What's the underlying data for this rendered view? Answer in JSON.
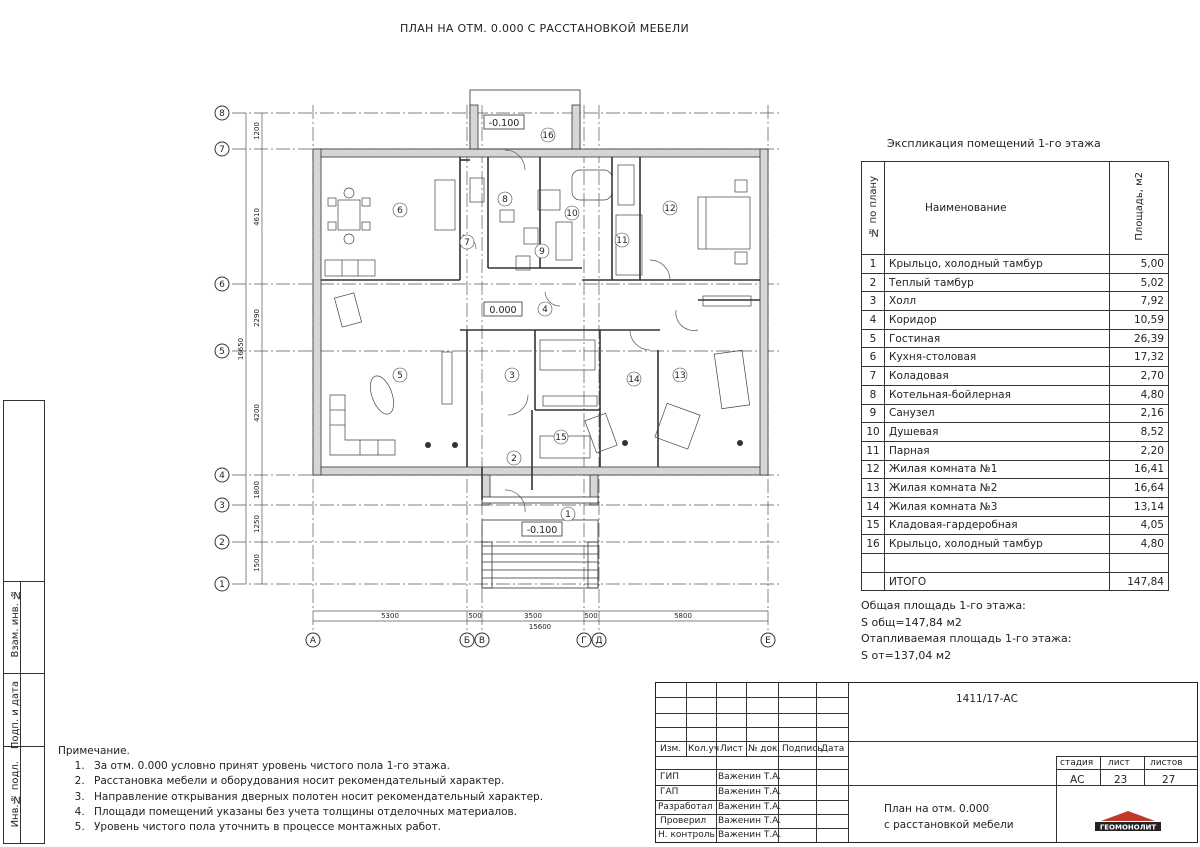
{
  "title": "ПЛАН НА ОТМ. 0.000 С РАССТАНОВКОЙ МЕБЕЛИ",
  "plan": {
    "axes_rows": [
      "8",
      "7",
      "6",
      "5",
      "4",
      "3",
      "2",
      "1"
    ],
    "axes_cols": [
      "А",
      "Б",
      "В",
      "Г",
      "Д",
      "Е"
    ],
    "left_dims": [
      "1200",
      "4610",
      "2290",
      "4200",
      "1800",
      "1250",
      "1500"
    ],
    "total_left": "16650",
    "bottom_dims": [
      "5300",
      "500",
      "3500",
      "500",
      "5800"
    ],
    "total_bottom": "15600",
    "levels": [
      "-0.100",
      "0.000",
      "-0.100"
    ],
    "room_numbers": [
      "1",
      "2",
      "3",
      "4",
      "5",
      "6",
      "7",
      "8",
      "9",
      "10",
      "11",
      "12",
      "13",
      "14",
      "15",
      "16"
    ]
  },
  "explication": {
    "title": "Экспликация помещений 1-го этажа",
    "col_num": "№ по плану",
    "col_name": "Наименование",
    "col_area": "Площадь, м2",
    "rows": [
      {
        "n": "1",
        "name": "Крыльцо, холодный тамбур",
        "area": "5,00"
      },
      {
        "n": "2",
        "name": "Теплый тамбур",
        "area": "5,02"
      },
      {
        "n": "3",
        "name": "Холл",
        "area": "7,92"
      },
      {
        "n": "4",
        "name": "Коридор",
        "area": "10,59"
      },
      {
        "n": "5",
        "name": "Гостиная",
        "area": "26,39"
      },
      {
        "n": "6",
        "name": "Кухня-столовая",
        "area": "17,32"
      },
      {
        "n": "7",
        "name": "Коладовая",
        "area": "2,70"
      },
      {
        "n": "8",
        "name": "Котельная-бойлерная",
        "area": "4,80"
      },
      {
        "n": "9",
        "name": "Санузел",
        "area": "2,16"
      },
      {
        "n": "10",
        "name": "Душевая",
        "area": "8,52"
      },
      {
        "n": "11",
        "name": "Парная",
        "area": "2,20"
      },
      {
        "n": "12",
        "name": "Жилая комната №1",
        "area": "16,41"
      },
      {
        "n": "13",
        "name": "Жилая комната №2",
        "area": "16,64"
      },
      {
        "n": "14",
        "name": "Жилая комната №3",
        "area": "13,14"
      },
      {
        "n": "15",
        "name": "Кладовая-гардеробная",
        "area": "4,05"
      },
      {
        "n": "16",
        "name": "Крыльцо, холодный тамбур",
        "area": "4,80"
      }
    ],
    "total_label": "ИТОГО",
    "total_area": "147,84"
  },
  "area_notes": {
    "line1": "Общая площадь 1-го этажа:",
    "line2": "S общ=147,84 м2",
    "line3": "Отапливаемая площадь 1-го этажа:",
    "line4": "S от=137,04 м2"
  },
  "notes": {
    "title": "Примечание.",
    "items": [
      "За отм. 0.000 условно принят уровень чистого пола 1-го этажа.",
      "Расстановка мебели и оборудования носит рекомендательный характер.",
      "Направление открывания дверных полотен носит рекомендательный характер.",
      "Площади помещений указаны без учета толщины отделочных материалов.",
      "Уровень чистого пола уточнить в процессе монтажных работ."
    ]
  },
  "side_stamp": {
    "a": "Взам. инв. №",
    "b": "Подп. и дата",
    "c": "Инв.№ подл."
  },
  "title_block": {
    "code": "1411/17-АС",
    "hdr": [
      "Изм.",
      "Кол.уч",
      "Лист",
      "№ док.",
      "Подпись",
      "Дата"
    ],
    "roles": [
      "ГИП",
      "ГАП",
      "Разработал",
      "Проверил",
      "Н. контроль"
    ],
    "person": "Важенин Т.А.",
    "stage_label": "стадия",
    "sheet_label": "лист",
    "sheets_label": "листов",
    "stage": "АС",
    "sheet": "23",
    "sheets": "27",
    "sheet_title_1": "План на отм. 0.000",
    "sheet_title_2": "с расстановкой мебели",
    "logo_text": "ГЕОМОНОЛИТ"
  }
}
